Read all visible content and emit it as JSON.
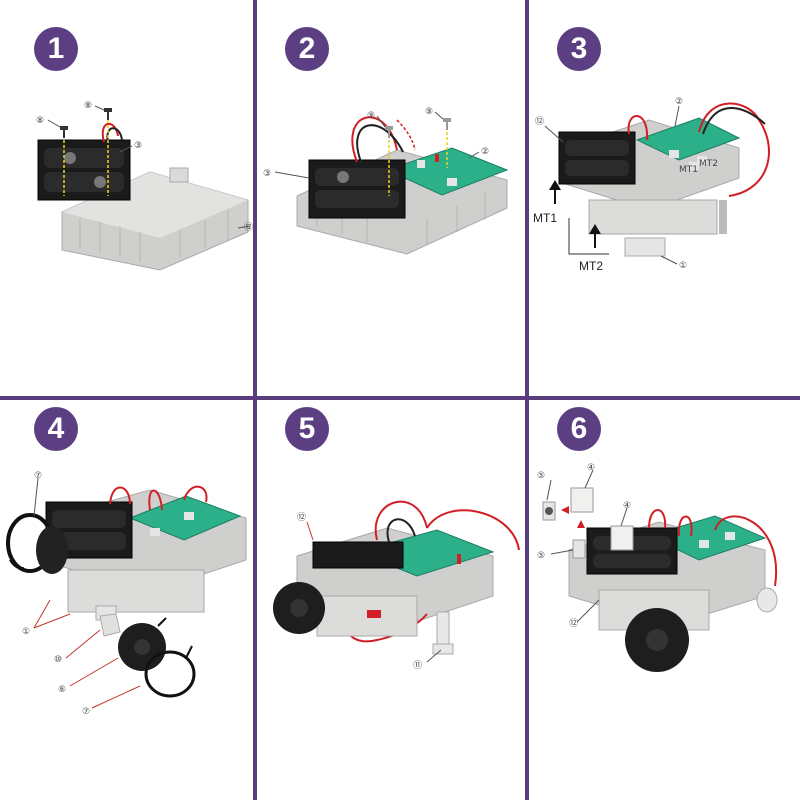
{
  "steps": [
    {
      "number": "1",
      "callouts": [
        "⑧",
        "⑧",
        "③",
        "⑫"
      ]
    },
    {
      "number": "2",
      "callouts": [
        "⑨",
        "⑨",
        "③",
        "②"
      ]
    },
    {
      "number": "3",
      "callouts": [
        "⑫",
        "②",
        "①"
      ],
      "labels": {
        "mt1": "MT1",
        "mt2": "MT2",
        "board_mt1": "MT1",
        "board_mt2": "MT2"
      }
    },
    {
      "number": "4",
      "callouts": [
        "⑦",
        "①",
        "⑩",
        "⑥",
        "⑦"
      ]
    },
    {
      "number": "5",
      "callouts": [
        "⑫",
        "⑪"
      ]
    },
    {
      "number": "6",
      "callouts": [
        "⑤",
        "④",
        "④",
        "⑤",
        "⑫"
      ]
    }
  ],
  "colors": {
    "grid": "#5a3e7c",
    "badge": "#5b3f82",
    "chassis": "#d8d8d6",
    "pcb": "#2bb08a",
    "battery": "#1a1a1a",
    "wire_red": "#d21f26"
  }
}
